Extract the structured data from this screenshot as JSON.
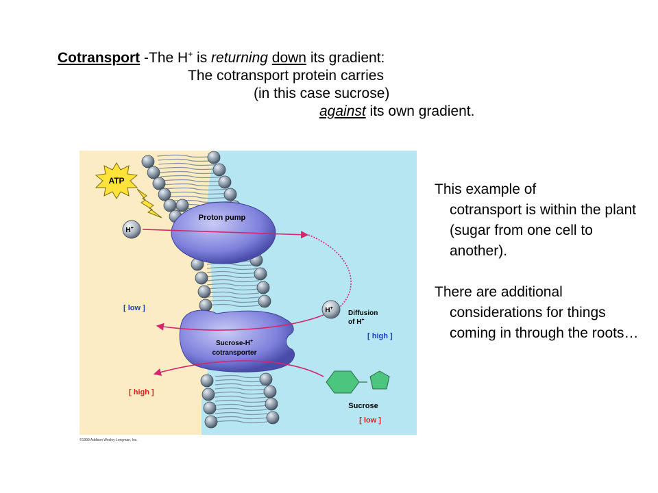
{
  "header": {
    "title": "Cotransport",
    "l1_a": " -The H",
    "l1_sup": "+",
    "l1_b": " is ",
    "l1_returning": "returning",
    "l1_space": " ",
    "l1_down": "down",
    "l1_c": " its gradient:",
    "l2": "The cotransport protein carries",
    "l3": "(in this case sucrose)",
    "l4_against": "against",
    "l4_rest": " its own gradient."
  },
  "figure": {
    "atp": "ATP",
    "proton_pump": "Proton pump",
    "h_ion": "H",
    "h_sup": "+",
    "low_left": "[ low ]",
    "high_left": "[ high ]",
    "diffusion_1": "Diffusion",
    "diffusion_2": "of H",
    "high_right": "[ high ]",
    "cotransporter_1": "Sucrose-H",
    "cotransporter_2": "cotransporter",
    "sucrose": "Sucrose",
    "low_right": "[ low ]",
    "copyright": "©1999 Addison Wesley Longman, Inc.",
    "colors": {
      "left_bg": "#fbecc4",
      "right_bg": "#b5e6f2",
      "protein": "#8c8ee0",
      "arrow": "#d6246d",
      "label_red": "#e0201c",
      "label_blue": "#1a3ec8",
      "sucrose": "#4cc67e"
    }
  },
  "side": {
    "p1_first": "This example of",
    "p1_rest": "cotransport is within the plant (sugar from one cell to another).",
    "p2_first": "There are additional",
    "p2_rest": "considerations for things coming in through the roots…"
  }
}
